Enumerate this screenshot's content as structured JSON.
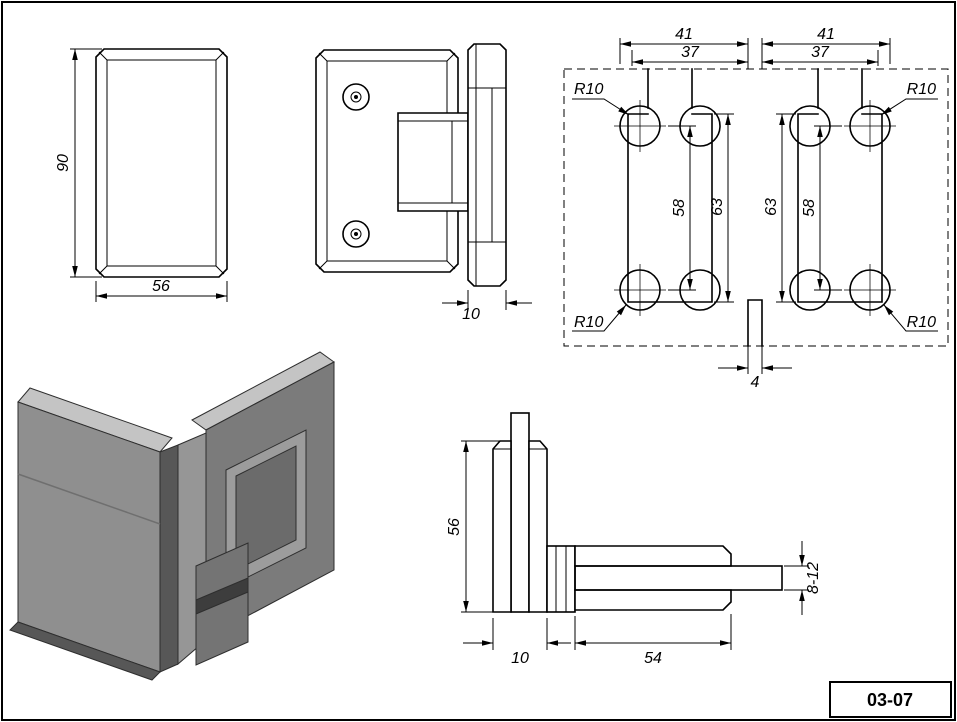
{
  "drawing": {
    "code": "03-07",
    "front_view": {
      "height": "90",
      "width": "56"
    },
    "side_view": {
      "thickness": "10"
    },
    "template_view": {
      "left": {
        "dim_outer": "41",
        "dim_inner": "37",
        "height_outer": "63",
        "height_inner": "58",
        "radius_top": "R10",
        "radius_bottom": "R10"
      },
      "right": {
        "dim_outer": "41",
        "dim_inner": "37",
        "height_outer": "63",
        "height_inner": "58",
        "radius_top": "R10",
        "radius_bottom": "R10"
      },
      "gap": "4"
    },
    "section_view": {
      "height": "56",
      "clamp_width": "10",
      "clamp_length": "54",
      "glass_thickness": "8-12"
    }
  },
  "colors": {
    "glass": "#a9f2f0",
    "iso_light": "#c4c4c4",
    "iso_mid": "#8f8f8f",
    "iso_mid2": "#7b7b7b",
    "iso_dark": "#575757",
    "iso_groove": "#9c9c9c",
    "iso_recess": "#6b6b6b",
    "iso_knuckle": "#969696",
    "iso_tab": "#747474",
    "iso_slot": "#3d3d3d"
  }
}
